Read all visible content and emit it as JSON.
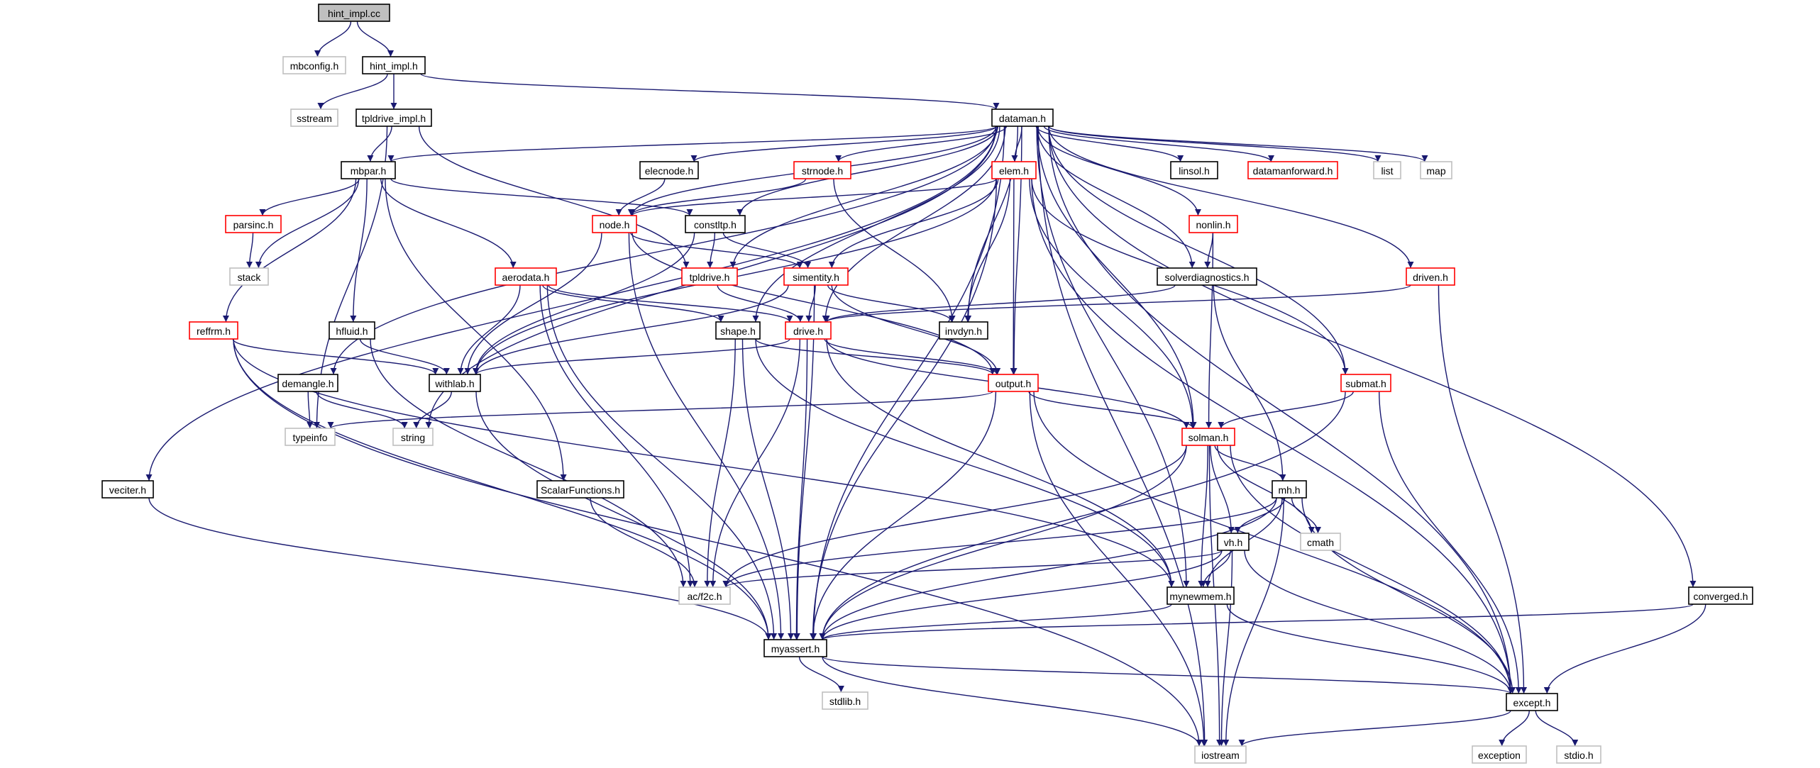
{
  "colors": {
    "edge": "#191970",
    "node_normal": "#000000",
    "node_red": "#ff0000",
    "node_gray": "#bfbfbf",
    "node_root_fill": "#bfbfbf",
    "text": "#000000"
  },
  "nodes": [
    {
      "id": "hint_impl_cc",
      "label": "hint_impl.cc",
      "kind": "root"
    },
    {
      "id": "mbconfig_h",
      "label": "mbconfig.h",
      "kind": "gray"
    },
    {
      "id": "hint_impl_h",
      "label": "hint_impl.h",
      "kind": "normal"
    },
    {
      "id": "sstream",
      "label": "sstream",
      "kind": "gray"
    },
    {
      "id": "tpldrive_impl_h",
      "label": "tpldrive_impl.h",
      "kind": "normal"
    },
    {
      "id": "dataman_h",
      "label": "dataman.h",
      "kind": "normal"
    },
    {
      "id": "mbpar_h",
      "label": "mbpar.h",
      "kind": "normal"
    },
    {
      "id": "elecnode_h",
      "label": "elecnode.h",
      "kind": "normal"
    },
    {
      "id": "strnode_h",
      "label": "strnode.h",
      "kind": "red"
    },
    {
      "id": "elem_h",
      "label": "elem.h",
      "kind": "red"
    },
    {
      "id": "linsol_h",
      "label": "linsol.h",
      "kind": "normal"
    },
    {
      "id": "datamanforward_h",
      "label": "datamanforward.h",
      "kind": "red"
    },
    {
      "id": "list",
      "label": "list",
      "kind": "gray"
    },
    {
      "id": "map",
      "label": "map",
      "kind": "gray"
    },
    {
      "id": "parsinc_h",
      "label": "parsinc.h",
      "kind": "red"
    },
    {
      "id": "node_h",
      "label": "node.h",
      "kind": "red"
    },
    {
      "id": "constltp_h",
      "label": "constltp.h",
      "kind": "normal"
    },
    {
      "id": "nonlin_h",
      "label": "nonlin.h",
      "kind": "red"
    },
    {
      "id": "stack",
      "label": "stack",
      "kind": "gray"
    },
    {
      "id": "aerodata_h",
      "label": "aerodata.h",
      "kind": "red"
    },
    {
      "id": "tpldrive_h",
      "label": "tpldrive.h",
      "kind": "red"
    },
    {
      "id": "simentity_h",
      "label": "simentity.h",
      "kind": "red"
    },
    {
      "id": "solverdiagnostics_h",
      "label": "solverdiagnostics.h",
      "kind": "normal"
    },
    {
      "id": "driven_h",
      "label": "driven.h",
      "kind": "red"
    },
    {
      "id": "reffrm_h",
      "label": "reffrm.h",
      "kind": "red"
    },
    {
      "id": "hfluid_h",
      "label": "hfluid.h",
      "kind": "normal"
    },
    {
      "id": "shape_h",
      "label": "shape.h",
      "kind": "normal"
    },
    {
      "id": "drive_h",
      "label": "drive.h",
      "kind": "red"
    },
    {
      "id": "invdyn_h",
      "label": "invdyn.h",
      "kind": "normal"
    },
    {
      "id": "demangle_h",
      "label": "demangle.h",
      "kind": "normal"
    },
    {
      "id": "withlab_h",
      "label": "withlab.h",
      "kind": "normal"
    },
    {
      "id": "output_h",
      "label": "output.h",
      "kind": "red"
    },
    {
      "id": "submat_h",
      "label": "submat.h",
      "kind": "red"
    },
    {
      "id": "typeinfo",
      "label": "typeinfo",
      "kind": "gray"
    },
    {
      "id": "string",
      "label": "string",
      "kind": "gray"
    },
    {
      "id": "solman_h",
      "label": "solman.h",
      "kind": "red"
    },
    {
      "id": "veciter_h",
      "label": "veciter.h",
      "kind": "normal"
    },
    {
      "id": "scalarfunctions_h",
      "label": "ScalarFunctions.h",
      "kind": "normal"
    },
    {
      "id": "mh_h",
      "label": "mh.h",
      "kind": "normal"
    },
    {
      "id": "vh_h",
      "label": "vh.h",
      "kind": "normal"
    },
    {
      "id": "cmath",
      "label": "cmath",
      "kind": "gray"
    },
    {
      "id": "ac_f2c_h",
      "label": "ac/f2c.h",
      "kind": "gray"
    },
    {
      "id": "mynewmem_h",
      "label": "mynewmem.h",
      "kind": "normal"
    },
    {
      "id": "converged_h",
      "label": "converged.h",
      "kind": "normal"
    },
    {
      "id": "myassert_h",
      "label": "myassert.h",
      "kind": "normal"
    },
    {
      "id": "stdlib_h",
      "label": "stdlib.h",
      "kind": "gray"
    },
    {
      "id": "except_h",
      "label": "except.h",
      "kind": "normal"
    },
    {
      "id": "iostream",
      "label": "iostream",
      "kind": "gray"
    },
    {
      "id": "exception",
      "label": "exception",
      "kind": "gray"
    },
    {
      "id": "stdio_h",
      "label": "stdio.h",
      "kind": "gray"
    }
  ],
  "edges": [
    [
      "hint_impl_cc",
      "mbconfig_h"
    ],
    [
      "hint_impl_cc",
      "hint_impl_h"
    ],
    [
      "hint_impl_h",
      "sstream"
    ],
    [
      "hint_impl_h",
      "tpldrive_impl_h"
    ],
    [
      "hint_impl_h",
      "dataman_h"
    ],
    [
      "tpldrive_impl_h",
      "mbpar_h"
    ],
    [
      "tpldrive_impl_h",
      "typeinfo"
    ],
    [
      "tpldrive_impl_h",
      "tpldrive_h"
    ],
    [
      "dataman_h",
      "mbpar_h"
    ],
    [
      "dataman_h",
      "elecnode_h"
    ],
    [
      "dataman_h",
      "strnode_h"
    ],
    [
      "dataman_h",
      "elem_h"
    ],
    [
      "dataman_h",
      "linsol_h"
    ],
    [
      "dataman_h",
      "datamanforward_h"
    ],
    [
      "dataman_h",
      "list"
    ],
    [
      "dataman_h",
      "map"
    ],
    [
      "dataman_h",
      "node_h"
    ],
    [
      "dataman_h",
      "constltp_h"
    ],
    [
      "dataman_h",
      "nonlin_h"
    ],
    [
      "dataman_h",
      "tpldrive_h"
    ],
    [
      "dataman_h",
      "solverdiagnostics_h"
    ],
    [
      "dataman_h",
      "driven_h"
    ],
    [
      "dataman_h",
      "shape_h"
    ],
    [
      "dataman_h",
      "drive_h"
    ],
    [
      "dataman_h",
      "invdyn_h"
    ],
    [
      "dataman_h",
      "demangle_h"
    ],
    [
      "dataman_h",
      "output_h"
    ],
    [
      "dataman_h",
      "submat_h"
    ],
    [
      "dataman_h",
      "string"
    ],
    [
      "dataman_h",
      "solman_h"
    ],
    [
      "dataman_h",
      "veciter_h"
    ],
    [
      "dataman_h",
      "mynewmem_h"
    ],
    [
      "dataman_h",
      "converged_h"
    ],
    [
      "dataman_h",
      "myassert_h"
    ],
    [
      "dataman_h",
      "except_h"
    ],
    [
      "dataman_h",
      "iostream"
    ],
    [
      "mbpar_h",
      "parsinc_h"
    ],
    [
      "mbpar_h",
      "stack"
    ],
    [
      "mbpar_h",
      "reffrm_h"
    ],
    [
      "mbpar_h",
      "hfluid_h"
    ],
    [
      "mbpar_h",
      "aerodata_h"
    ],
    [
      "mbpar_h",
      "constltp_h"
    ],
    [
      "mbpar_h",
      "scalarfunctions_h"
    ],
    [
      "elecnode_h",
      "node_h"
    ],
    [
      "strnode_h",
      "node_h"
    ],
    [
      "strnode_h",
      "invdyn_h"
    ],
    [
      "elem_h",
      "node_h"
    ],
    [
      "elem_h",
      "simentity_h"
    ],
    [
      "elem_h",
      "invdyn_h"
    ],
    [
      "elem_h",
      "output_h"
    ],
    [
      "elem_h",
      "solman_h"
    ],
    [
      "elem_h",
      "withlab_h"
    ],
    [
      "elem_h",
      "submat_h"
    ],
    [
      "elem_h",
      "myassert_h"
    ],
    [
      "elem_h",
      "except_h"
    ],
    [
      "parsinc_h",
      "stack"
    ],
    [
      "node_h",
      "withlab_h"
    ],
    [
      "node_h",
      "simentity_h"
    ],
    [
      "node_h",
      "output_h"
    ],
    [
      "node_h",
      "myassert_h"
    ],
    [
      "constltp_h",
      "tpldrive_h"
    ],
    [
      "constltp_h",
      "simentity_h"
    ],
    [
      "constltp_h",
      "withlab_h"
    ],
    [
      "nonlin_h",
      "solverdiagnostics_h"
    ],
    [
      "nonlin_h",
      "solman_h"
    ],
    [
      "aerodata_h",
      "shape_h"
    ],
    [
      "aerodata_h",
      "drive_h"
    ],
    [
      "aerodata_h",
      "withlab_h"
    ],
    [
      "aerodata_h",
      "ac_f2c_h"
    ],
    [
      "aerodata_h",
      "myassert_h"
    ],
    [
      "tpldrive_h",
      "drive_h"
    ],
    [
      "simentity_h",
      "drive_h"
    ],
    [
      "simentity_h",
      "invdyn_h"
    ],
    [
      "simentity_h",
      "output_h"
    ],
    [
      "simentity_h",
      "withlab_h"
    ],
    [
      "simentity_h",
      "myassert_h"
    ],
    [
      "solverdiagnostics_h",
      "drive_h"
    ],
    [
      "solverdiagnostics_h",
      "mh_h"
    ],
    [
      "driven_h",
      "drive_h"
    ],
    [
      "driven_h",
      "except_h"
    ],
    [
      "reffrm_h",
      "withlab_h"
    ],
    [
      "reffrm_h",
      "mynewmem_h"
    ],
    [
      "reffrm_h",
      "myassert_h"
    ],
    [
      "reffrm_h",
      "iostream"
    ],
    [
      "hfluid_h",
      "withlab_h"
    ],
    [
      "hfluid_h",
      "ac_f2c_h"
    ],
    [
      "shape_h",
      "output_h"
    ],
    [
      "shape_h",
      "ac_f2c_h"
    ],
    [
      "shape_h",
      "mynewmem_h"
    ],
    [
      "shape_h",
      "myassert_h"
    ],
    [
      "drive_h",
      "withlab_h"
    ],
    [
      "drive_h",
      "output_h"
    ],
    [
      "drive_h",
      "solman_h"
    ],
    [
      "drive_h",
      "ac_f2c_h"
    ],
    [
      "drive_h",
      "mynewmem_h"
    ],
    [
      "drive_h",
      "myassert_h"
    ],
    [
      "demangle_h",
      "typeinfo"
    ],
    [
      "demangle_h",
      "string"
    ],
    [
      "withlab_h",
      "string"
    ],
    [
      "withlab_h",
      "myassert_h"
    ],
    [
      "output_h",
      "typeinfo"
    ],
    [
      "output_h",
      "solman_h"
    ],
    [
      "output_h",
      "myassert_h"
    ],
    [
      "output_h",
      "except_h"
    ],
    [
      "output_h",
      "iostream"
    ],
    [
      "submat_h",
      "solman_h"
    ],
    [
      "submat_h",
      "myassert_h"
    ],
    [
      "submat_h",
      "except_h"
    ],
    [
      "solman_h",
      "mh_h"
    ],
    [
      "solman_h",
      "vh_h"
    ],
    [
      "solman_h",
      "cmath"
    ],
    [
      "solman_h",
      "ac_f2c_h"
    ],
    [
      "solman_h",
      "mynewmem_h"
    ],
    [
      "solman_h",
      "myassert_h"
    ],
    [
      "solman_h",
      "except_h"
    ],
    [
      "solman_h",
      "iostream"
    ],
    [
      "veciter_h",
      "myassert_h"
    ],
    [
      "scalarfunctions_h",
      "ac_f2c_h"
    ],
    [
      "mh_h",
      "vh_h"
    ],
    [
      "mh_h",
      "cmath"
    ],
    [
      "mh_h",
      "ac_f2c_h"
    ],
    [
      "mh_h",
      "mynewmem_h"
    ],
    [
      "mh_h",
      "myassert_h"
    ],
    [
      "mh_h",
      "except_h"
    ],
    [
      "mh_h",
      "iostream"
    ],
    [
      "vh_h",
      "ac_f2c_h"
    ],
    [
      "vh_h",
      "mynewmem_h"
    ],
    [
      "vh_h",
      "myassert_h"
    ],
    [
      "vh_h",
      "except_h"
    ],
    [
      "vh_h",
      "iostream"
    ],
    [
      "mynewmem_h",
      "myassert_h"
    ],
    [
      "mynewmem_h",
      "except_h"
    ],
    [
      "converged_h",
      "myassert_h"
    ],
    [
      "converged_h",
      "except_h"
    ],
    [
      "myassert_h",
      "stdlib_h"
    ],
    [
      "myassert_h",
      "except_h"
    ],
    [
      "myassert_h",
      "iostream"
    ],
    [
      "except_h",
      "exception"
    ],
    [
      "except_h",
      "stdio_h"
    ],
    [
      "except_h",
      "iostream"
    ]
  ]
}
